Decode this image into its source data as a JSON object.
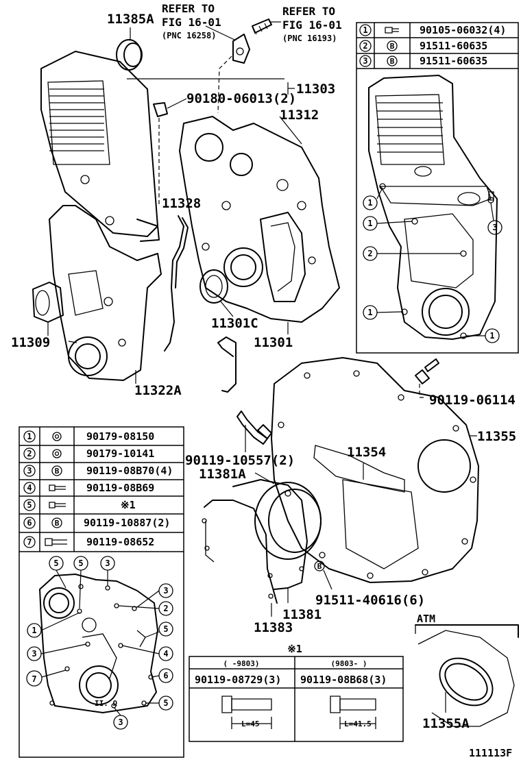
{
  "diagram_id": "111113F",
  "refer_left": {
    "line1": "REFER TO",
    "line2": "FIG 16-01",
    "pnc": "(PNC 16258)"
  },
  "refer_right": {
    "line1": "REFER TO",
    "line2": "FIG 16-01",
    "pnc": "(PNC 16193)"
  },
  "labels": {
    "p11385A": "11385A",
    "p11303": "11303",
    "p90180": "90180-06013(2)",
    "p11312": "11312",
    "p11328": "11328",
    "p11309": "11309",
    "p11301C": "11301C",
    "p11301": "11301",
    "p11322A": "11322A",
    "p90119_06114": "90119-06114",
    "p11355": "11355",
    "p11354": "11354",
    "p90119_10557": "90119-10557(2)",
    "p11381A": "11381A",
    "p91511_40616": "91511-40616(6)",
    "p11381": "11381",
    "p11383": "11383",
    "p11355A": "11355A",
    "atm": "ATM"
  },
  "top_table": [
    {
      "num": "1",
      "part": "90105-06032(4)"
    },
    {
      "num": "2",
      "sym": "B",
      "part": "91511-60635"
    },
    {
      "num": "3",
      "sym": "B",
      "part": "91511-60635"
    }
  ],
  "top_callouts": [
    "1",
    "1",
    "3",
    "2",
    "1",
    "1"
  ],
  "left_table": [
    {
      "num": "1",
      "part": "90179-08150"
    },
    {
      "num": "2",
      "part": "90179-10141"
    },
    {
      "num": "3",
      "sym": "B",
      "part": "90119-08B70(4)"
    },
    {
      "num": "4",
      "part": "90119-08B69"
    },
    {
      "num": "5",
      "part": "※1"
    },
    {
      "num": "6",
      "sym": "B",
      "part": "90119-10887(2)"
    },
    {
      "num": "7",
      "part": "90119-08652"
    }
  ],
  "left_callouts": [
    "5",
    "5",
    "3",
    "3",
    "2",
    "1",
    "5",
    "3",
    "4",
    "7",
    "6",
    "5",
    "3"
  ],
  "note_table": {
    "mark": "※1",
    "col1_header": "(     -9803)",
    "col2_header": "(9803-     )",
    "col1_part": "90119-08729(3)",
    "col2_part": "90119-08B68(3)",
    "col1_len": "L=45",
    "col2_len": "L=41.5"
  }
}
